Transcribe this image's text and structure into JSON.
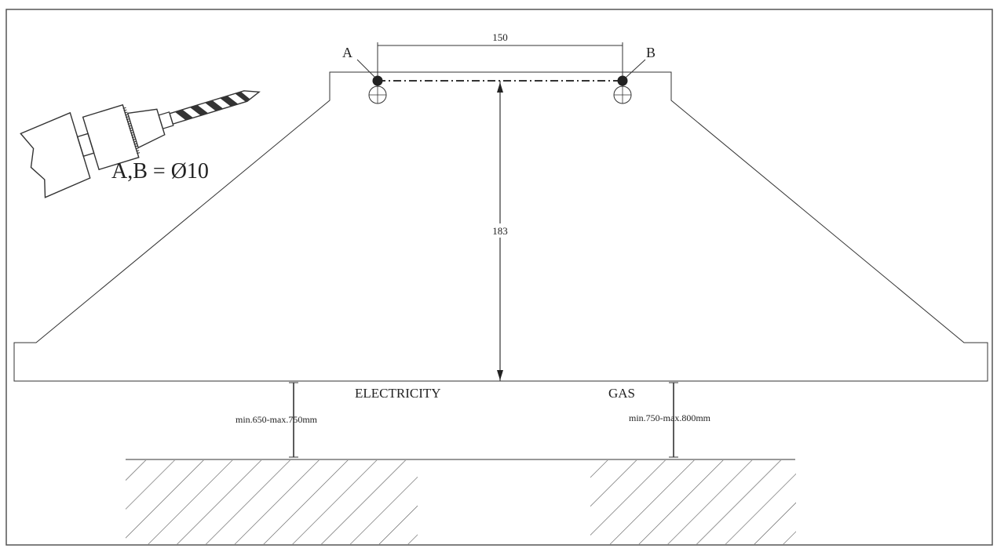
{
  "points": {
    "a_label": "A",
    "b_label": "B"
  },
  "dimensions": {
    "hole_spacing": "150",
    "height": "183",
    "hole_diameter": "A,B = Ø10"
  },
  "labels": {
    "electricity": "ELECTRICITY",
    "gas": "GAS",
    "electricity_height": "min.650-max.750mm",
    "gas_height": "min.750-max.800mm"
  },
  "colors": {
    "stroke": "#333333",
    "hole_fill": "#222222",
    "hatch": "#555555",
    "frame": "#555555"
  },
  "icons": {
    "drill": "drill-icon"
  }
}
